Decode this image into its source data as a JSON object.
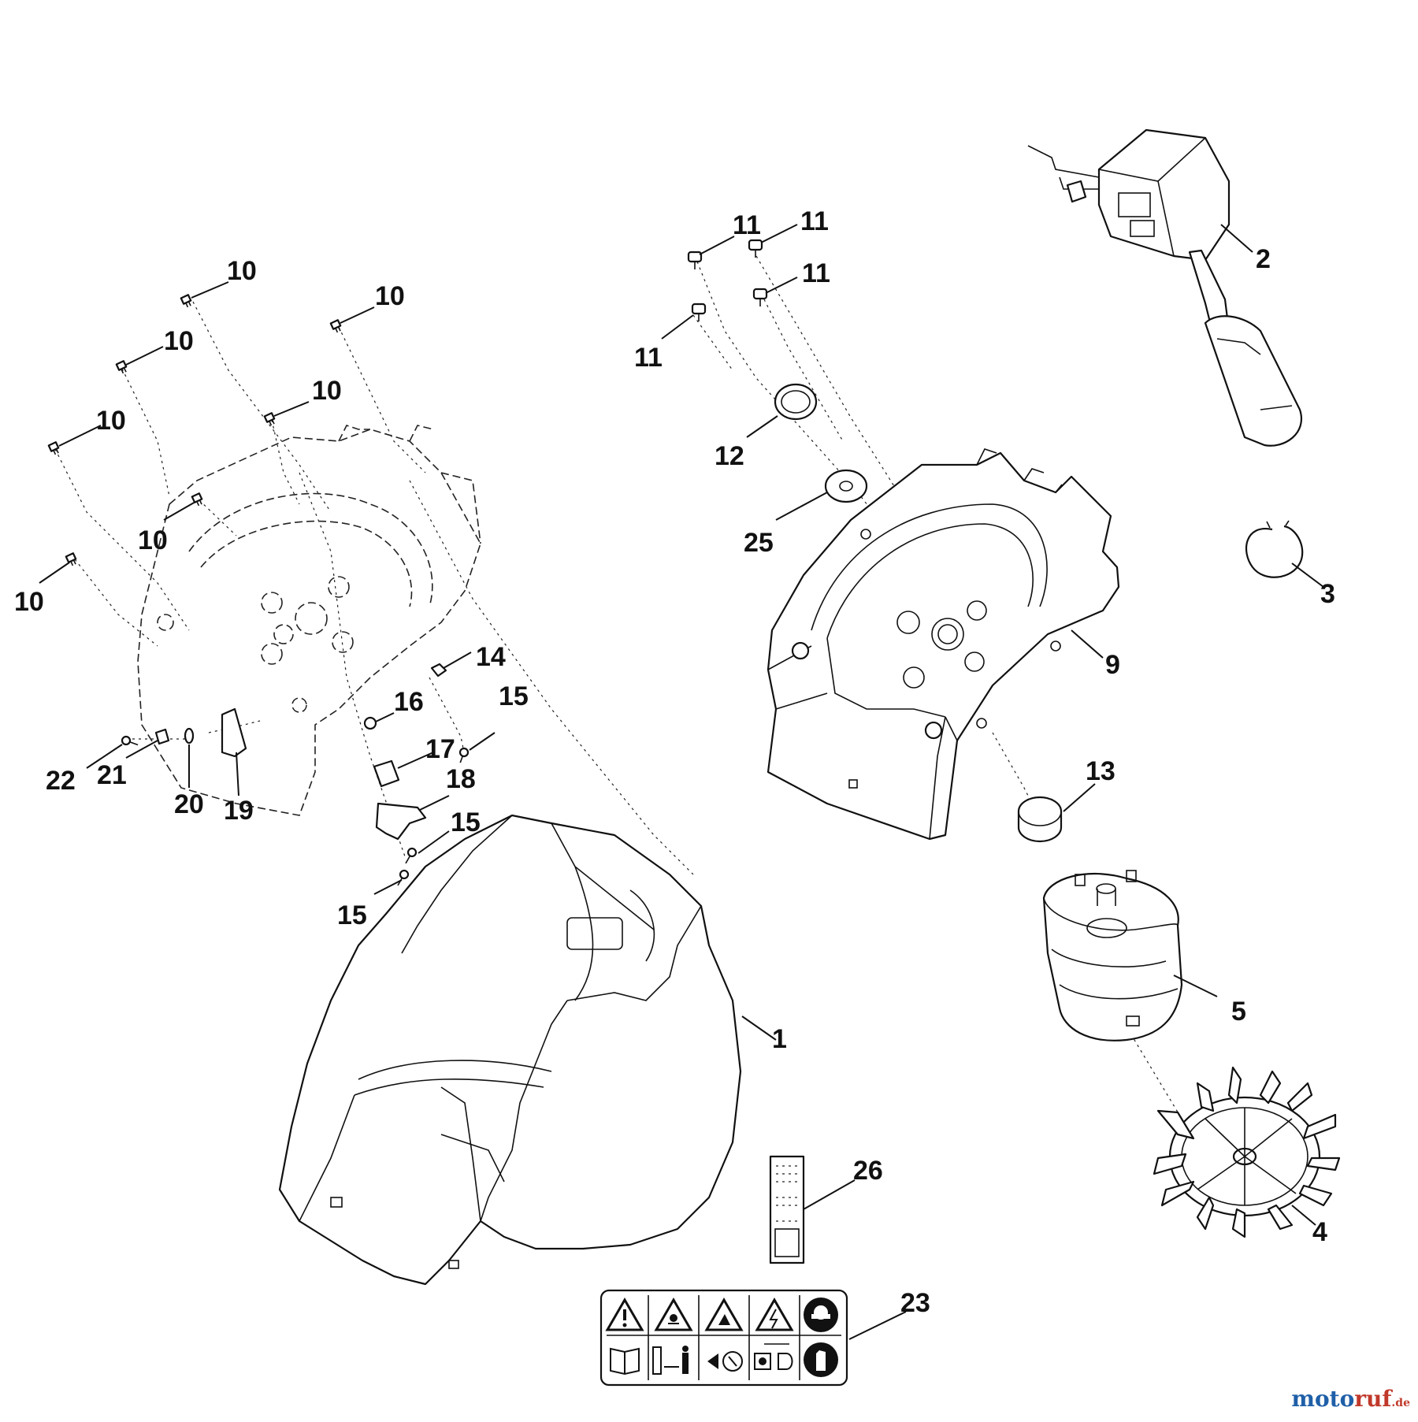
{
  "diagram": {
    "callouts": [
      {
        "id": "c1",
        "label": "1"
      },
      {
        "id": "c2",
        "label": "2"
      },
      {
        "id": "c3",
        "label": "3"
      },
      {
        "id": "c4",
        "label": "4"
      },
      {
        "id": "c5",
        "label": "5"
      },
      {
        "id": "c9",
        "label": "9"
      },
      {
        "id": "c10a",
        "label": "10"
      },
      {
        "id": "c10b",
        "label": "10"
      },
      {
        "id": "c10c",
        "label": "10"
      },
      {
        "id": "c10d",
        "label": "10"
      },
      {
        "id": "c10e",
        "label": "10"
      },
      {
        "id": "c10f",
        "label": "10"
      },
      {
        "id": "c10g",
        "label": "10"
      },
      {
        "id": "c11a",
        "label": "11"
      },
      {
        "id": "c11b",
        "label": "11"
      },
      {
        "id": "c11c",
        "label": "11"
      },
      {
        "id": "c11d",
        "label": "11"
      },
      {
        "id": "c12",
        "label": "12"
      },
      {
        "id": "c13",
        "label": "13"
      },
      {
        "id": "c14",
        "label": "14"
      },
      {
        "id": "c15a",
        "label": "15"
      },
      {
        "id": "c15b",
        "label": "15"
      },
      {
        "id": "c15c",
        "label": "15"
      },
      {
        "id": "c16",
        "label": "16"
      },
      {
        "id": "c17",
        "label": "17"
      },
      {
        "id": "c18",
        "label": "18"
      },
      {
        "id": "c19",
        "label": "19"
      },
      {
        "id": "c20",
        "label": "20"
      },
      {
        "id": "c21",
        "label": "21"
      },
      {
        "id": "c22",
        "label": "22"
      },
      {
        "id": "c23",
        "label": "23"
      },
      {
        "id": "c25",
        "label": "25"
      },
      {
        "id": "c26",
        "label": "26"
      }
    ],
    "warning_label_icons": [
      "warning-triangle-icon",
      "thrown-objects-warning-icon",
      "hand-injury-warning-icon",
      "electric-shock-warning-icon",
      "eye-protection-icon",
      "read-manual-icon",
      "keep-distance-icon",
      "rotating-blade-icon",
      "unplug-icon",
      "wear-gloves-icon"
    ]
  },
  "watermark": {
    "brand_part1": "moto",
    "brand_part2": "ruf",
    "suffix": ".de"
  }
}
